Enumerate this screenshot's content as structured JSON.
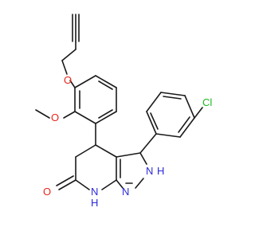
{
  "colors": {
    "bond": "#1a1a1a",
    "carbon": "#1a1a1a",
    "oxygen": "#e8241a",
    "nitrogen": "#2a2ad8",
    "chlorine": "#1fb81f",
    "background": "#ffffff"
  },
  "atoms": {
    "ether_oxygen": "O",
    "methoxy_oxygen": "O",
    "carbonyl_oxygen": "O",
    "ring_nh_lactam_n": "N",
    "ring_nh_lactam_h": "H",
    "pyrazole_n": "N",
    "pyrazole_nh_n": "N",
    "pyrazole_nh_h": "H",
    "chlorine": "Cl"
  }
}
